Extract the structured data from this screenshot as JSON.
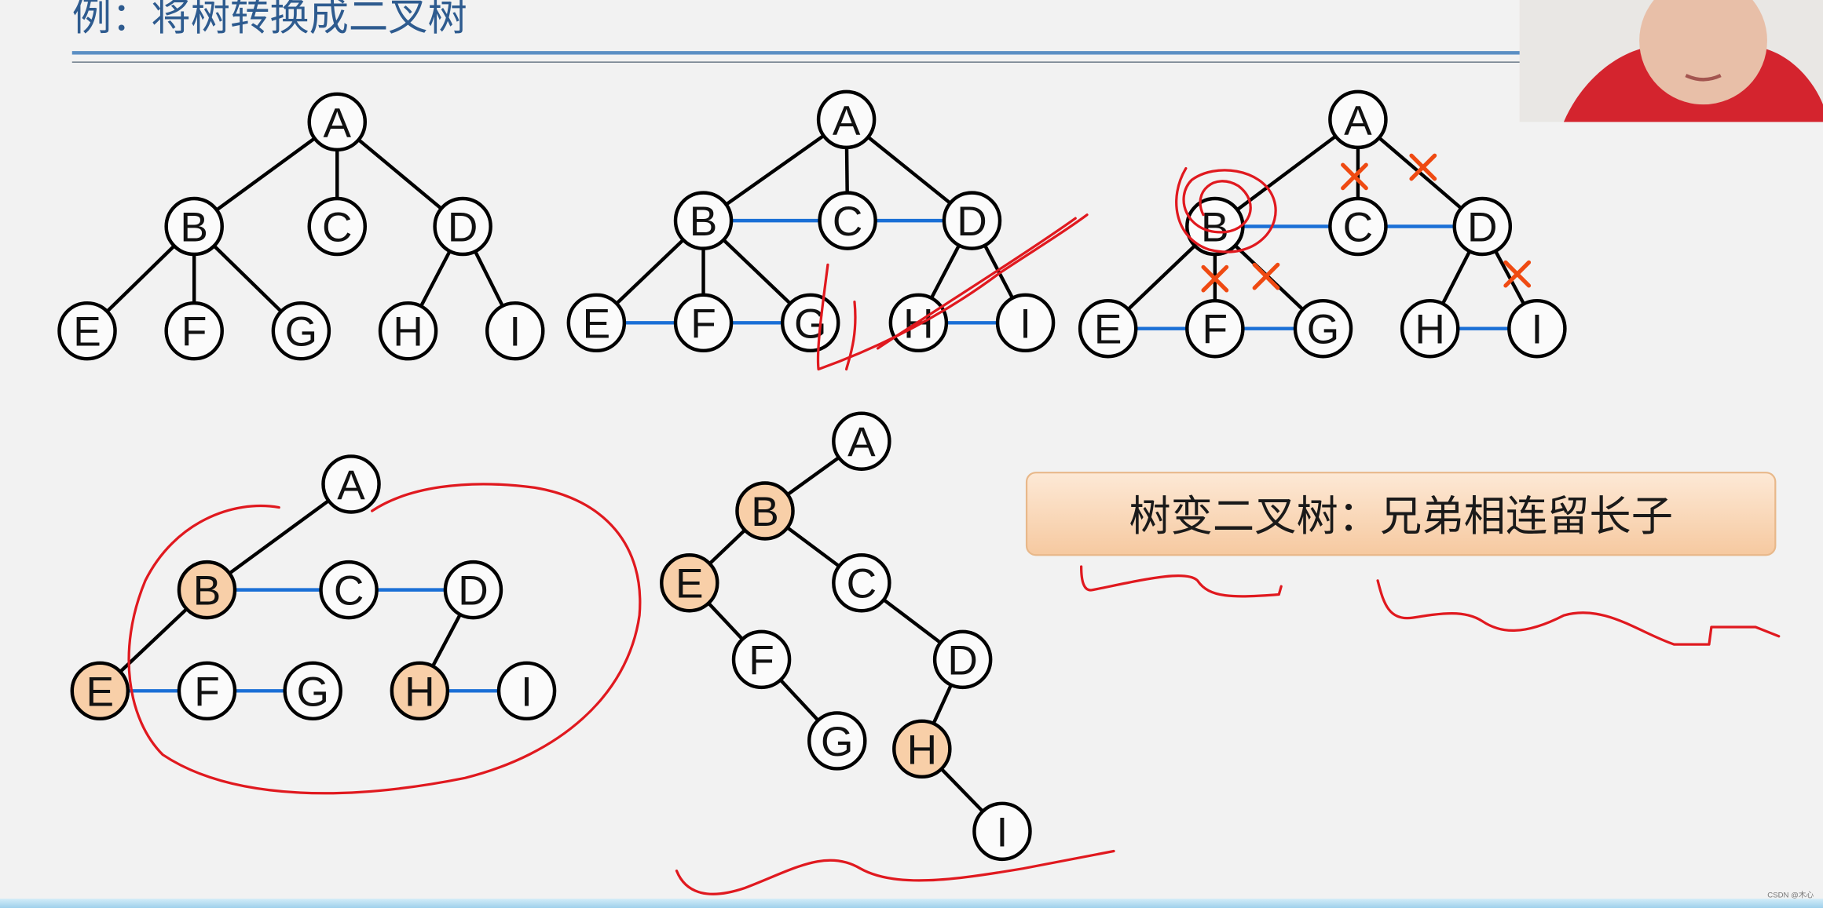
{
  "slide": {
    "title": "例：将树转换成二叉树",
    "rule_box": "树变二叉树：兄弟相连留长子",
    "watermark": "CSDN @木心"
  },
  "colors": {
    "title": "#2e5b8f",
    "sibling_edge": "#1a6fd6",
    "highlight_node": "#f8cfa8",
    "annotation": "#e0191f",
    "cross": "#ef4a12"
  },
  "node_labels": [
    "A",
    "B",
    "C",
    "D",
    "E",
    "F",
    "G",
    "H",
    "I"
  ],
  "highlighted_nodes": [
    "B",
    "E",
    "H"
  ],
  "webcam": "presenter-video"
}
